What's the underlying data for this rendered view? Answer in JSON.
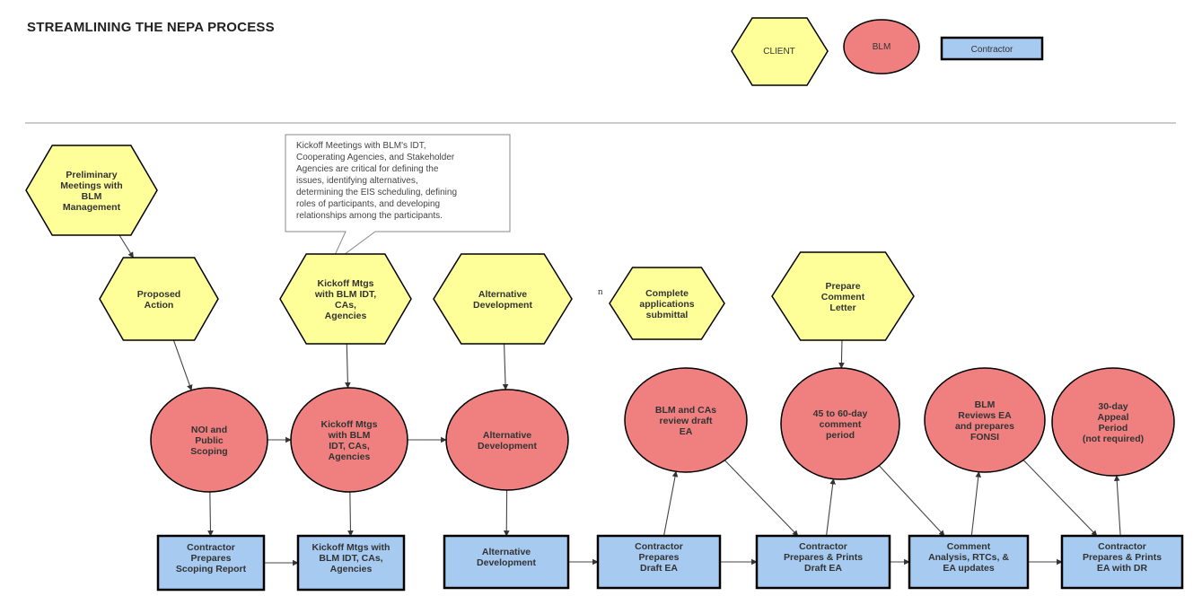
{
  "title": "STREAMLINING THE NEPA PROCESS",
  "legend": [
    {
      "id": "client",
      "label": "CLIENT",
      "shape": "hexagon",
      "color": "#FFFF99"
    },
    {
      "id": "blm",
      "label": "BLM",
      "shape": "ellipse",
      "color": "#F08080"
    },
    {
      "id": "contractor",
      "label": "Contractor",
      "shape": "rectangle",
      "color": "#A6CAF0"
    }
  ],
  "callout": {
    "lines": [
      "Kickoff Meetings with BLM's IDT,",
      "Cooperating Agencies, and Stakeholder",
      "Agencies are critical for defining the",
      "issues, identifying alternatives,",
      "determining the EIS scheduling, defining",
      "roles of participants, and developing",
      "relationships among the participants."
    ]
  },
  "stray_mark": "n",
  "nodes": [
    {
      "id": "h-prelim",
      "shape": "hexagon",
      "lines": [
        "Preliminary",
        "Meetings with",
        "BLM",
        "Management"
      ]
    },
    {
      "id": "h-proposed",
      "shape": "hexagon",
      "lines": [
        "Proposed",
        "Action"
      ]
    },
    {
      "id": "h-kickoff",
      "shape": "hexagon",
      "lines": [
        "Kickoff Mtgs",
        "with BLM IDT,",
        "CAs,",
        "Agencies"
      ]
    },
    {
      "id": "h-altdev",
      "shape": "hexagon",
      "lines": [
        "Alternative",
        "Development"
      ]
    },
    {
      "id": "h-complete",
      "shape": "hexagon",
      "lines": [
        "Complete",
        "applications",
        "submittal"
      ]
    },
    {
      "id": "h-comment",
      "shape": "hexagon",
      "lines": [
        "Prepare",
        "Comment",
        "Letter"
      ]
    },
    {
      "id": "c-noi",
      "shape": "ellipse",
      "lines": [
        "NOI and",
        "Public",
        "Scoping"
      ]
    },
    {
      "id": "c-kickoff",
      "shape": "ellipse",
      "lines": [
        "Kickoff Mtgs",
        "with BLM",
        "IDT, CAs,",
        "Agencies"
      ]
    },
    {
      "id": "c-altdev",
      "shape": "ellipse",
      "lines": [
        "Alternative",
        "Development"
      ]
    },
    {
      "id": "c-review",
      "shape": "ellipse",
      "lines": [
        "BLM and CAs",
        "review draft",
        "EA"
      ]
    },
    {
      "id": "c-period",
      "shape": "ellipse",
      "lines": [
        "45 to 60-day",
        "comment",
        "period"
      ]
    },
    {
      "id": "c-fonsi",
      "shape": "ellipse",
      "lines": [
        "BLM",
        "Reviews EA",
        "and prepares",
        "FONSI"
      ]
    },
    {
      "id": "c-appeal",
      "shape": "ellipse",
      "lines": [
        "30-day",
        "Appeal",
        "Period",
        "(not required)"
      ]
    },
    {
      "id": "r-scoping",
      "shape": "rectangle",
      "lines": [
        "Contractor",
        "Prepares",
        "Scoping Report"
      ]
    },
    {
      "id": "r-kickoff",
      "shape": "rectangle",
      "lines": [
        "Kickoff Mtgs with",
        "BLM IDT, CAs,",
        "Agencies"
      ]
    },
    {
      "id": "r-altdev",
      "shape": "rectangle",
      "lines": [
        "Alternative",
        "Development"
      ]
    },
    {
      "id": "r-draft",
      "shape": "rectangle",
      "lines": [
        "Contractor",
        "Prepares",
        "Draft EA"
      ]
    },
    {
      "id": "r-prints",
      "shape": "rectangle",
      "lines": [
        "Contractor",
        "Prepares & Prints",
        "Draft EA"
      ]
    },
    {
      "id": "r-analysis",
      "shape": "rectangle",
      "lines": [
        "Comment",
        "Analysis, RTCs, &",
        "EA updates"
      ]
    },
    {
      "id": "r-final",
      "shape": "rectangle",
      "lines": [
        "Contractor",
        "Prepares & Prints",
        "EA with DR"
      ]
    }
  ],
  "edges": [
    {
      "from": "h-prelim",
      "to": "h-proposed"
    },
    {
      "from": "h-proposed",
      "to": "c-noi"
    },
    {
      "from": "h-kickoff",
      "to": "c-kickoff"
    },
    {
      "from": "h-altdev",
      "to": "c-altdev"
    },
    {
      "from": "h-comment",
      "to": "c-period"
    },
    {
      "from": "c-noi",
      "to": "c-kickoff"
    },
    {
      "from": "c-kickoff",
      "to": "c-altdev"
    },
    {
      "from": "c-noi",
      "to": "r-scoping"
    },
    {
      "from": "c-kickoff",
      "to": "r-kickoff"
    },
    {
      "from": "c-altdev",
      "to": "r-altdev"
    },
    {
      "from": "r-scoping",
      "to": "r-kickoff"
    },
    {
      "from": "r-altdev",
      "to": "r-draft"
    },
    {
      "from": "r-draft",
      "to": "r-prints"
    },
    {
      "from": "r-prints",
      "to": "r-analysis"
    },
    {
      "from": "r-analysis",
      "to": "r-final"
    },
    {
      "from": "r-draft",
      "to": "c-review"
    },
    {
      "from": "c-review",
      "to": "r-prints"
    },
    {
      "from": "r-prints",
      "to": "c-period"
    },
    {
      "from": "c-period",
      "to": "r-analysis"
    },
    {
      "from": "r-analysis",
      "to": "c-fonsi"
    },
    {
      "from": "c-fonsi",
      "to": "r-final"
    },
    {
      "from": "r-final",
      "to": "c-appeal"
    }
  ]
}
